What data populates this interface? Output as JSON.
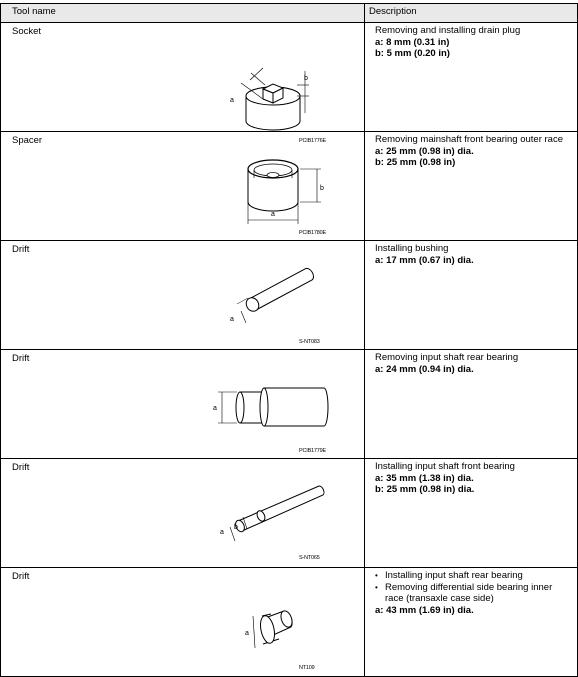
{
  "table": {
    "header": {
      "tool_name": "Tool name",
      "description": "Description"
    },
    "rows": [
      {
        "name": "Socket",
        "code": "PCIB1776E",
        "labels": [
          "a",
          "b"
        ],
        "purpose": "Removing and installing drain plug",
        "specs": [
          "a: 8 mm (0.31 in)",
          "b: 5 mm (0.20 in)"
        ]
      },
      {
        "name": "Spacer",
        "code": "PCIB1780E",
        "labels": [
          "a",
          "b"
        ],
        "purpose": "Removing mainshaft front bearing outer race",
        "specs": [
          "a: 25 mm (0.98 in) dia.",
          "b: 25 mm (0.98 in)"
        ]
      },
      {
        "name": "Drift",
        "code": "S-NT083",
        "labels": [
          "a"
        ],
        "purpose": "Installing bushing",
        "specs": [
          "a: 17 mm (0.67 in) dia."
        ]
      },
      {
        "name": "Drift",
        "code": "PCIB1779E",
        "labels": [
          "a"
        ],
        "purpose": "Removing input shaft rear bearing",
        "specs": [
          "a: 24 mm (0.94 in) dia."
        ]
      },
      {
        "name": "Drift",
        "code": "S-NT065",
        "labels": [
          "a",
          "b"
        ],
        "purpose": "Installing input shaft front bearing",
        "specs": [
          "a: 35 mm (1.38 in) dia.",
          "b: 25 mm (0.98 in) dia."
        ]
      },
      {
        "name": "Drift",
        "code": "NT109",
        "labels": [
          "a"
        ],
        "bullets": [
          "Installing input shaft rear bearing",
          "Removing differential side bearing inner race (transaxle case side)"
        ],
        "specs": [
          "a: 43 mm (1.69 in) dia."
        ]
      }
    ]
  }
}
